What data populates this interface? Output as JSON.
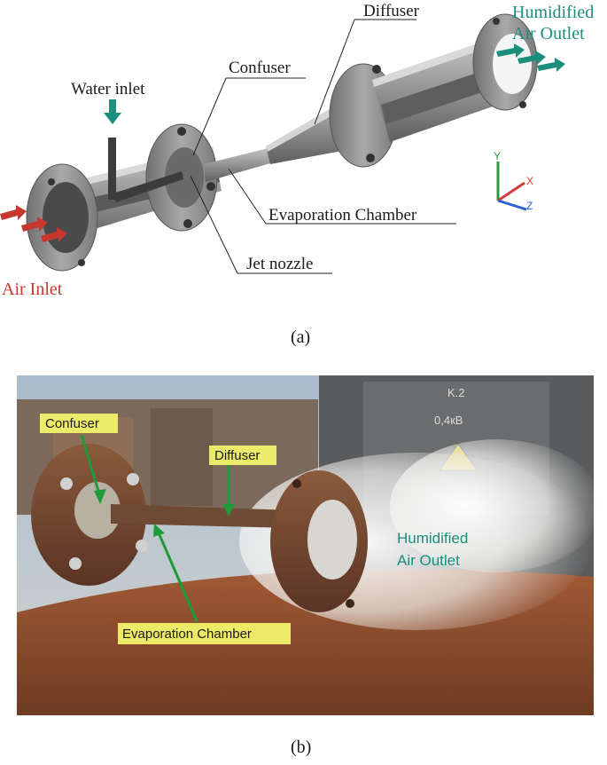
{
  "figure_a": {
    "labels": {
      "diffuser": "Diffuser",
      "humidified_line1": "Humidified",
      "humidified_line2": "Air Outlet",
      "confuser": "Confuser",
      "water_inlet": "Water inlet",
      "evaporation_chamber": "Evaporation Chamber",
      "jet_nozzle": "Jet nozzle",
      "air_inlet": "Air Inlet"
    },
    "axes": {
      "y": "Y",
      "x": "X",
      "z": "Z"
    },
    "caption": "(a)"
  },
  "figure_b": {
    "labels": {
      "confuser": "Confuser",
      "diffuser": "Diffuser",
      "evaporation_chamber": "Evaporation Chamber",
      "humidified_line1": "Humidified",
      "humidified_line2": "Air Outlet"
    },
    "sign_text_1": "K.2",
    "sign_text_2": "0,4кВ",
    "caption": "(b)"
  },
  "colors": {
    "air_inlet_red": "#c8372d",
    "outlet_teal": "#1b8f7c",
    "label_highlight": "#f2f26a",
    "arrow_green": "#1e9a3a",
    "metal_gray": "#9a9a9a"
  }
}
